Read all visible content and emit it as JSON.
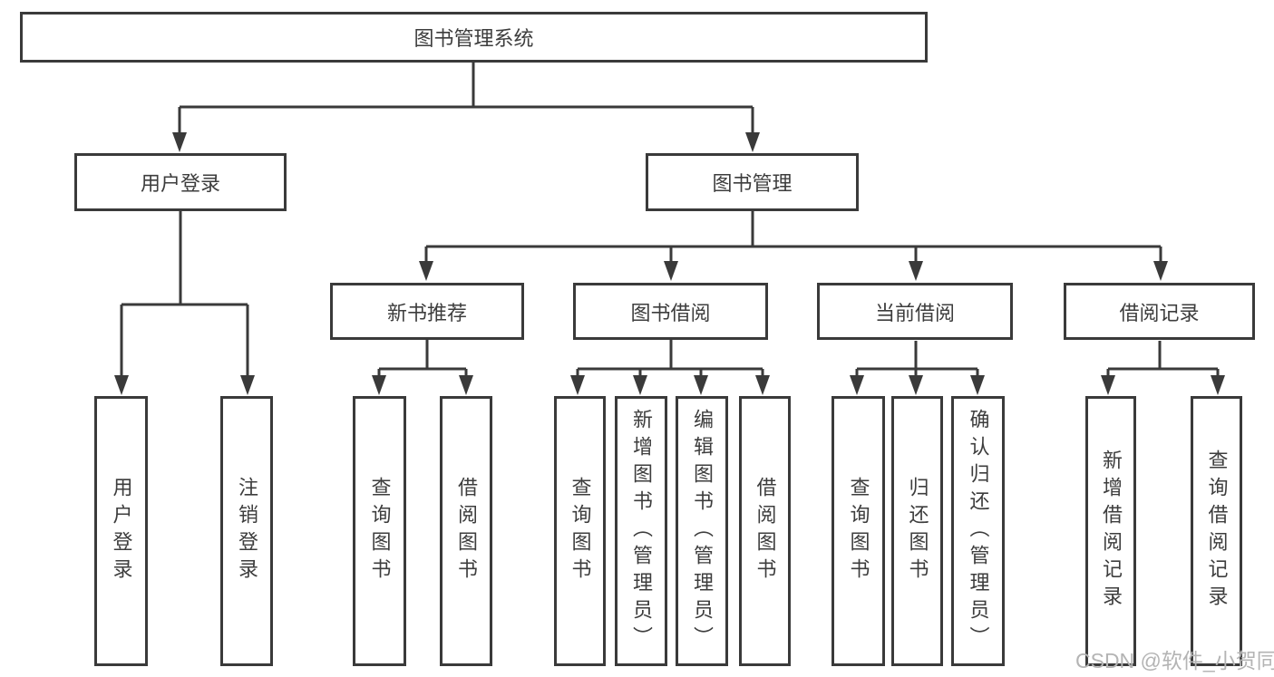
{
  "diagram": {
    "title": "图书管理系统",
    "user_branch": {
      "label": "用户登录",
      "children": [
        "用户登录",
        "注销登录"
      ]
    },
    "book_branch": {
      "label": "图书管理",
      "modules": [
        {
          "label": "新书推荐",
          "children": [
            "查询图书",
            "借阅图书"
          ]
        },
        {
          "label": "图书借阅",
          "children": [
            "查询图书",
            "新增图书（管理员）",
            "编辑图书（管理员）",
            "借阅图书"
          ]
        },
        {
          "label": "当前借阅",
          "children": [
            "查询图书",
            "归还图书",
            "确认归还（管理员）"
          ]
        },
        {
          "label": "借阅记录",
          "children": [
            "新增借阅记录",
            "查询借阅记录"
          ]
        }
      ]
    }
  },
  "watermark": "CSDN @软件_小贺同学",
  "colors": {
    "background": "#ffffff",
    "line": "#3a3a3a",
    "box_border": "#3a3a3a",
    "text": "#3d3d3d",
    "watermark": "#b4b4b4"
  }
}
